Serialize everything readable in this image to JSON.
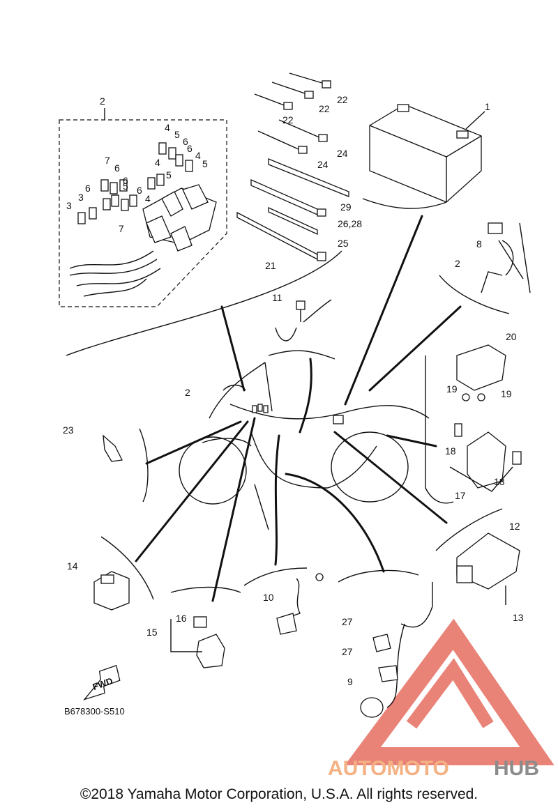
{
  "callouts": [
    {
      "id": "c1",
      "text": "1"
    },
    {
      "id": "c2a",
      "text": "2"
    },
    {
      "id": "c2b",
      "text": "2"
    },
    {
      "id": "c2c",
      "text": "2"
    },
    {
      "id": "c3a",
      "text": "3"
    },
    {
      "id": "c3b",
      "text": "3"
    },
    {
      "id": "c4a",
      "text": "4"
    },
    {
      "id": "c4b",
      "text": "4"
    },
    {
      "id": "c4c",
      "text": "4"
    },
    {
      "id": "c4d",
      "text": "4"
    },
    {
      "id": "c5a",
      "text": "5"
    },
    {
      "id": "c5b",
      "text": "5"
    },
    {
      "id": "c5c",
      "text": "5"
    },
    {
      "id": "c5d",
      "text": "5"
    },
    {
      "id": "c6a",
      "text": "6"
    },
    {
      "id": "c6b",
      "text": "6"
    },
    {
      "id": "c6c",
      "text": "6"
    },
    {
      "id": "c6d",
      "text": "6"
    },
    {
      "id": "c6e",
      "text": "6"
    },
    {
      "id": "c6f",
      "text": "6"
    },
    {
      "id": "c7a",
      "text": "7"
    },
    {
      "id": "c7b",
      "text": "7"
    },
    {
      "id": "c8",
      "text": "8"
    },
    {
      "id": "c9",
      "text": "9"
    },
    {
      "id": "c10",
      "text": "10"
    },
    {
      "id": "c11",
      "text": "11"
    },
    {
      "id": "c12",
      "text": "12"
    },
    {
      "id": "c13",
      "text": "13"
    },
    {
      "id": "c14",
      "text": "14"
    },
    {
      "id": "c15",
      "text": "15"
    },
    {
      "id": "c16",
      "text": "16"
    },
    {
      "id": "c17",
      "text": "17"
    },
    {
      "id": "c18a",
      "text": "18"
    },
    {
      "id": "c18b",
      "text": "18"
    },
    {
      "id": "c19a",
      "text": "19"
    },
    {
      "id": "c19b",
      "text": "19"
    },
    {
      "id": "c20",
      "text": "20"
    },
    {
      "id": "c21",
      "text": "21"
    },
    {
      "id": "c22a",
      "text": "22"
    },
    {
      "id": "c22b",
      "text": "22"
    },
    {
      "id": "c22c",
      "text": "22"
    },
    {
      "id": "c23",
      "text": "23"
    },
    {
      "id": "c24a",
      "text": "24"
    },
    {
      "id": "c24b",
      "text": "24"
    },
    {
      "id": "c25",
      "text": "25"
    },
    {
      "id": "c2628",
      "text": "26,28"
    },
    {
      "id": "c27a",
      "text": "27"
    },
    {
      "id": "c27b",
      "text": "27"
    },
    {
      "id": "c29",
      "text": "29"
    }
  ],
  "direction_label": "FWD",
  "diagram_code": "B678300-S510",
  "watermark": {
    "prefix": "AUTOMOTO",
    "suffix": "HUB",
    "color_prefix": "#f4b183",
    "color_suffix": "#8c8c8c",
    "logo_color": "#e25a4a"
  },
  "copyright": "©2018 Yamaha Motor Corporation, U.S.A. All rights reserved."
}
